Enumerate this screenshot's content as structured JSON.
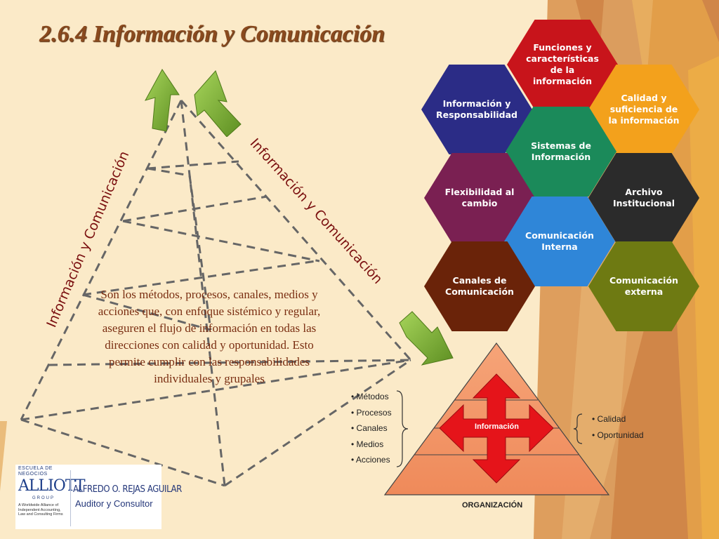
{
  "slide": {
    "title": "2.6.4 Información y Comunicación",
    "rotated_label_left": "Información y Comunicación",
    "rotated_label_right": "Información y Comunicación",
    "description": "Son los métodos, procesos, canales, medios y acciones que, con enfoque sistémico y regular, aseguren el flujo de información en todas las direcciones con calidad y oportunidad. Esto permite cumplir con las responsabilidades individuales y grupales"
  },
  "hexagons": [
    {
      "label": "Funciones y características de la información",
      "color": "#c8141b"
    },
    {
      "label": "Información y Responsabilidad",
      "color": "#2b2c86"
    },
    {
      "label": "Calidad y suficiencia de la información",
      "color": "#f3a11c"
    },
    {
      "label": "Sistemas de Información",
      "color": "#1b8a5a"
    },
    {
      "label": "Flexibilidad al cambio",
      "color": "#7a2052"
    },
    {
      "label": "Archivo Institucional",
      "color": "#2b2b2b"
    },
    {
      "label": "Comunicación Interna",
      "color": "#2f86d8"
    },
    {
      "label": "Canales de Comunicación",
      "color": "#6a2309"
    },
    {
      "label": "Comunicación externa",
      "color": "#6e7a12"
    }
  ],
  "org_pyramid": {
    "center_label": "Información",
    "base_label": "ORGANIZACIÓN",
    "left_items": [
      "Métodos",
      "Procesos",
      "Canales",
      "Medios",
      "Acciones"
    ],
    "right_items": [
      "Calidad",
      "Oportunidad"
    ]
  },
  "logo": {
    "school": "ESCUELA DE NEGOCIOS",
    "brand": "ALLIOTT",
    "group": "GROUP",
    "tagline": "A Worldwide Alliance of Independent Accounting, Law and Consulting Firms",
    "name": "ALFREDO O. REJAS AGUILAR",
    "role": "Auditor y Consultor"
  }
}
